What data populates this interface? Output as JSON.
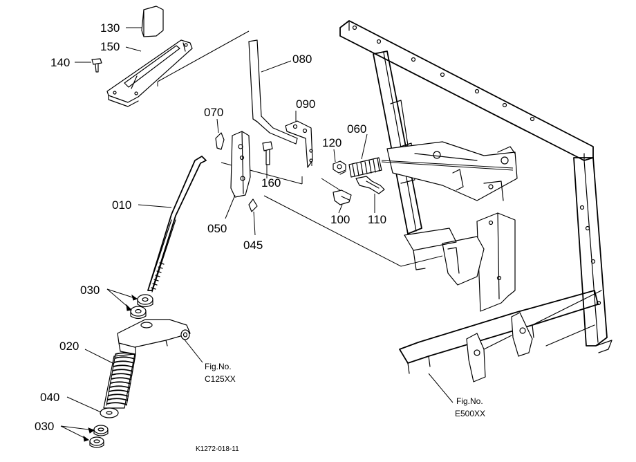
{
  "parts": [
    {
      "id": "part-130",
      "label": "130"
    },
    {
      "id": "part-150",
      "label": "150"
    },
    {
      "id": "part-140",
      "label": "140"
    },
    {
      "id": "part-080",
      "label": "080"
    },
    {
      "id": "part-070",
      "label": "070"
    },
    {
      "id": "part-090",
      "label": "090"
    },
    {
      "id": "part-060",
      "label": "060"
    },
    {
      "id": "part-120",
      "label": "120"
    },
    {
      "id": "part-160",
      "label": "160"
    },
    {
      "id": "part-010",
      "label": "010"
    },
    {
      "id": "part-050",
      "label": "050"
    },
    {
      "id": "part-100",
      "label": "100"
    },
    {
      "id": "part-110",
      "label": "110"
    },
    {
      "id": "part-045",
      "label": "045"
    },
    {
      "id": "part-030-upper",
      "label": "030"
    },
    {
      "id": "part-020",
      "label": "020"
    },
    {
      "id": "part-040",
      "label": "040"
    },
    {
      "id": "part-030-lower",
      "label": "030"
    }
  ],
  "figure_refs": [
    {
      "id": "fig-c125",
      "line1": "Fig.No.",
      "line2": "C125XX"
    },
    {
      "id": "fig-e500",
      "line1": "Fig.No.",
      "line2": "E500XX"
    }
  ],
  "drawing_code": "K1272-018-11"
}
